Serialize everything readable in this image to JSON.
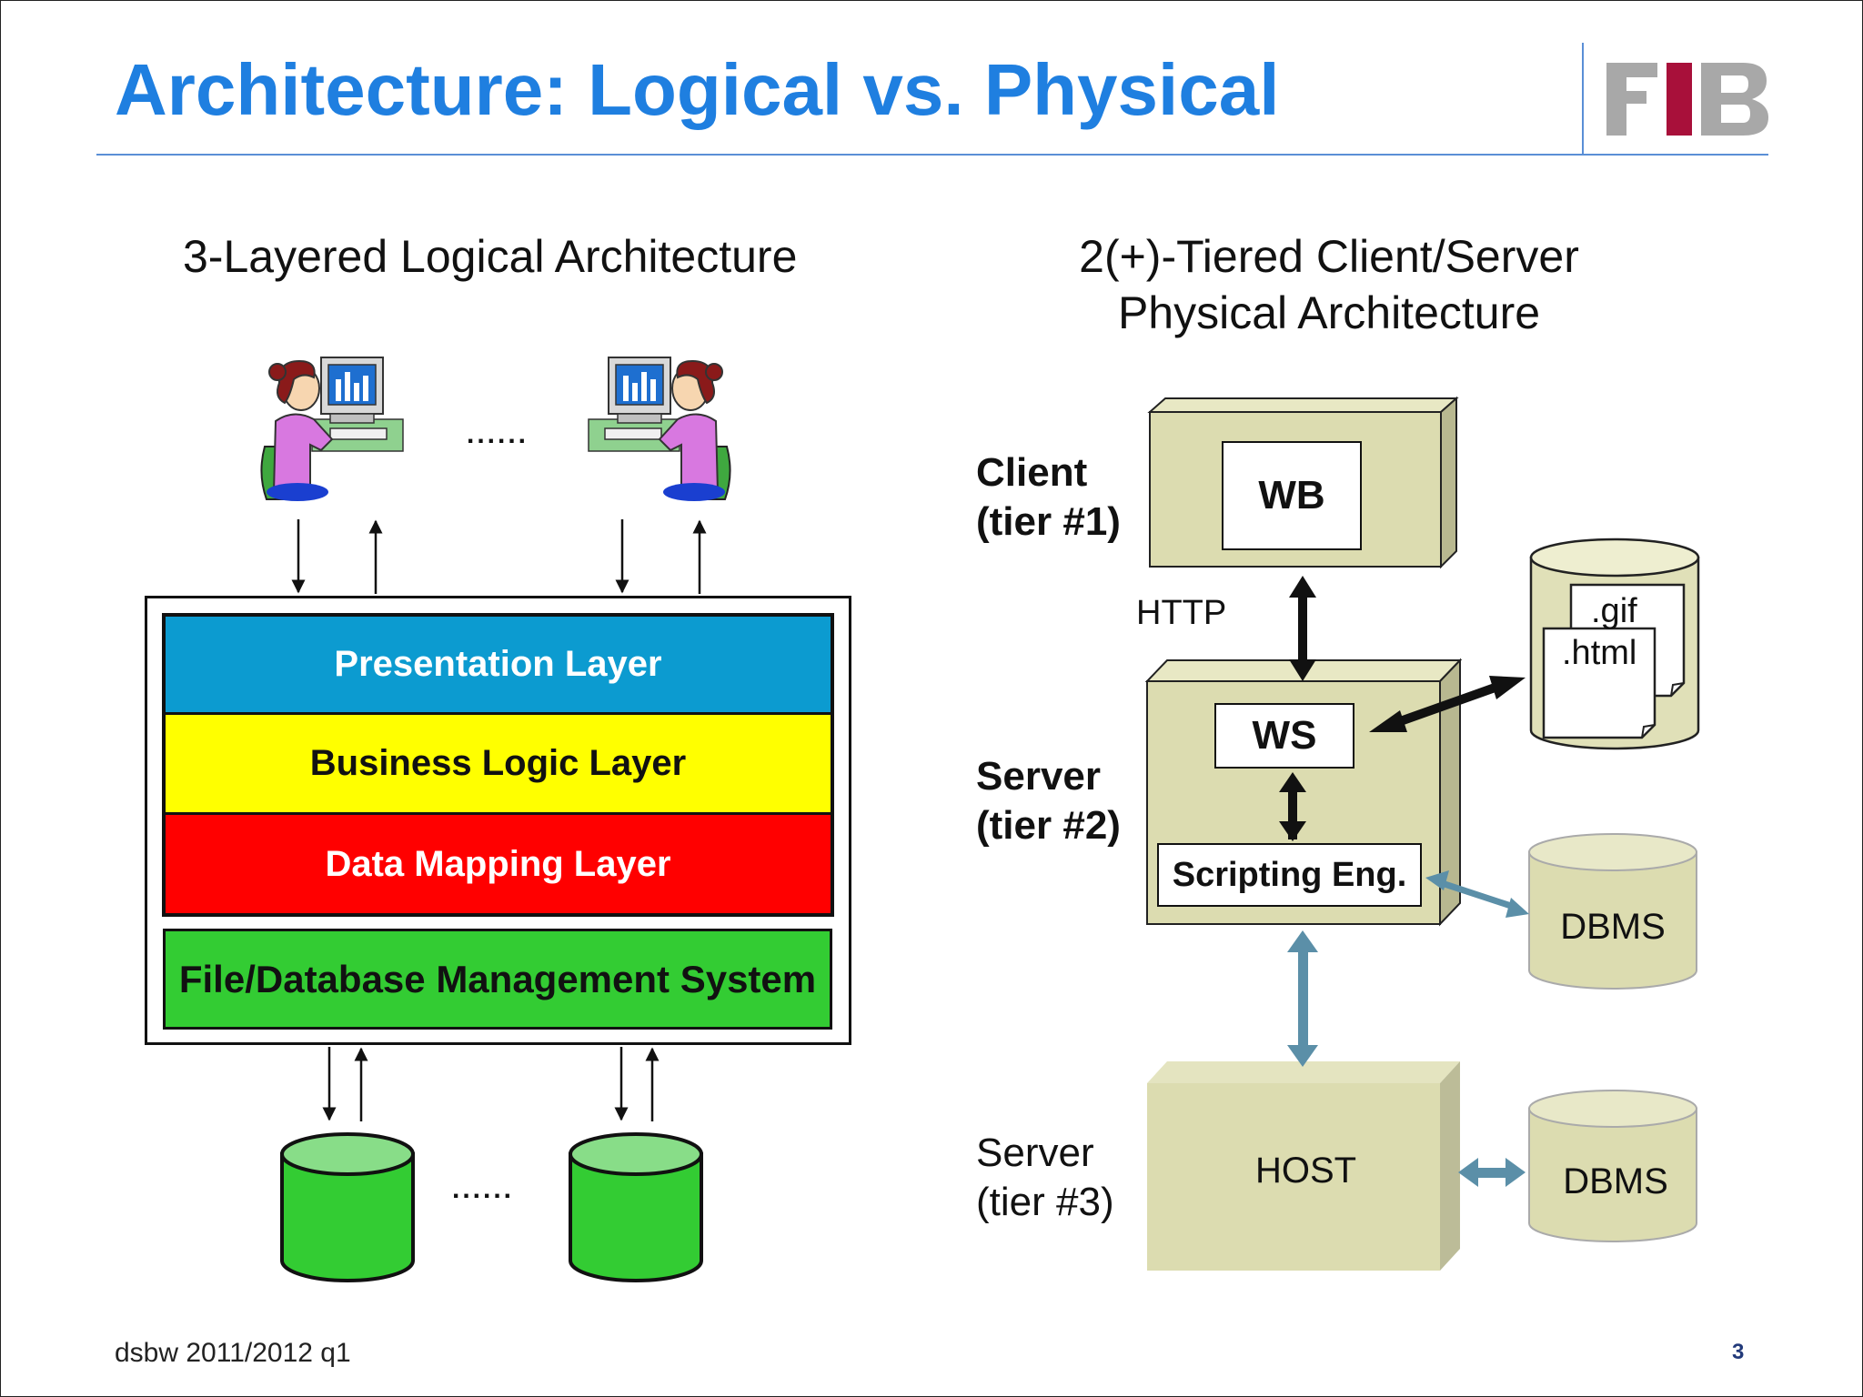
{
  "slide": {
    "title": "Architecture: Logical vs. Physical",
    "logo_text": "FIB",
    "footer": "dsbw  2011/2012 q1",
    "page_number": "3"
  },
  "logical": {
    "heading": "3-Layered Logical Architecture",
    "ellipsis_users": "......",
    "ellipsis_dbs": "......",
    "layers": [
      "Presentation Layer",
      "Business Logic Layer",
      "Data Mapping Layer"
    ],
    "storage": "File/Database Management System"
  },
  "physical": {
    "heading_line1": "2(+)-Tiered Client/Server",
    "heading_line2": "Physical Architecture",
    "client_line1": "Client",
    "client_line2": "(tier #1)",
    "server2_line1": "Server",
    "server2_line2": "(tier #2)",
    "server3_line1": "Server",
    "server3_line2": "(tier #3)",
    "protocol": "HTTP",
    "browser": "WB",
    "web_server": "WS",
    "scripting": "Scripting Eng.",
    "host": "HOST",
    "doc_back": ".gif",
    "doc_front": ".html",
    "dbms_tier2": "DBMS",
    "dbms_tier3": "DBMS"
  },
  "colors": {
    "title": "#1f7fe0",
    "presentation": "#0c9bd0",
    "business": "#ffff00",
    "mapping": "#ff0000",
    "storage": "#33cc33",
    "tier_box": "#dcdcb0",
    "steel_arrow": "#5b8fa8"
  }
}
